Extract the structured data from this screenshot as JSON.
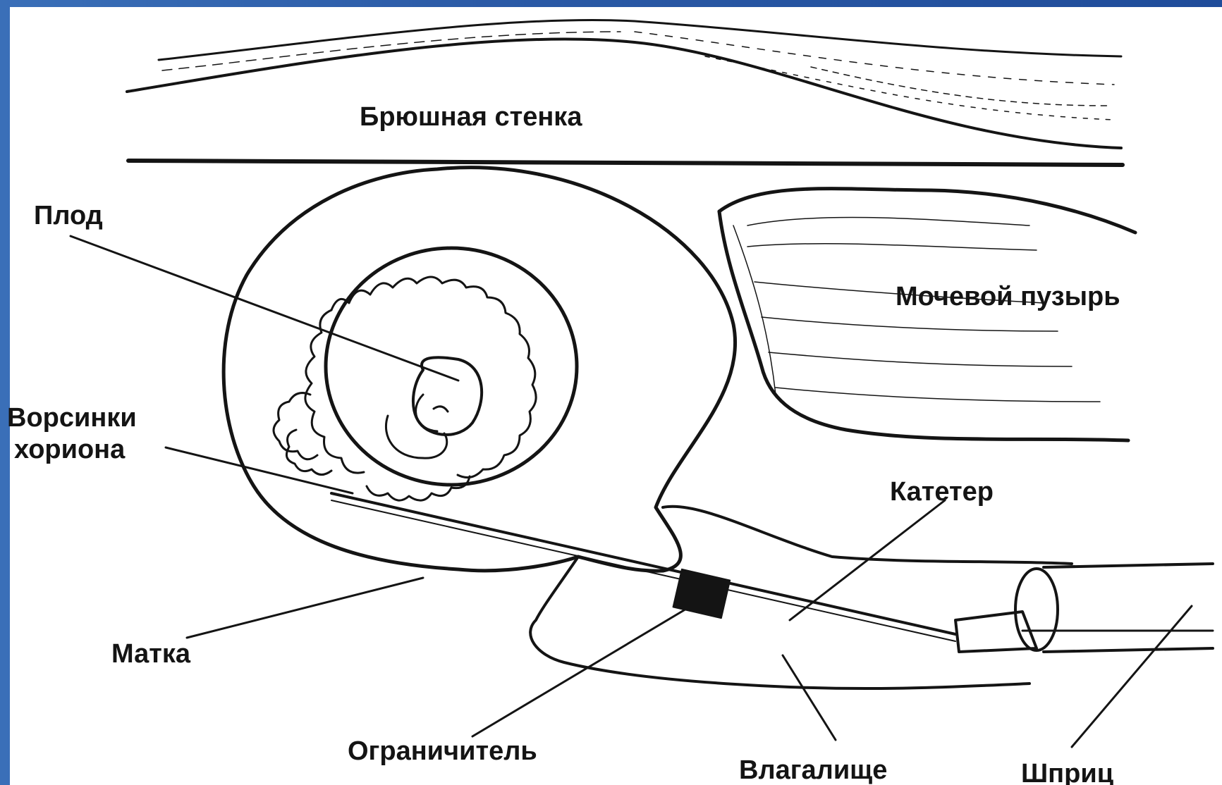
{
  "labels": {
    "abdominal_wall": "Брюшная стенка",
    "fetus": "Плод",
    "bladder": "Мочевой пузырь",
    "villi_line1": "Ворсинки",
    "villi_line2": "хориона",
    "catheter": "Катетер",
    "uterus": "Матка",
    "limiter": "Ограничитель",
    "vagina": "Влагалище",
    "syringe": "Шприц"
  },
  "colors": {
    "background_left": "#3a6fb8",
    "background_right": "#1f4c9a",
    "canvas": "#ffffff",
    "ink": "#141414"
  }
}
